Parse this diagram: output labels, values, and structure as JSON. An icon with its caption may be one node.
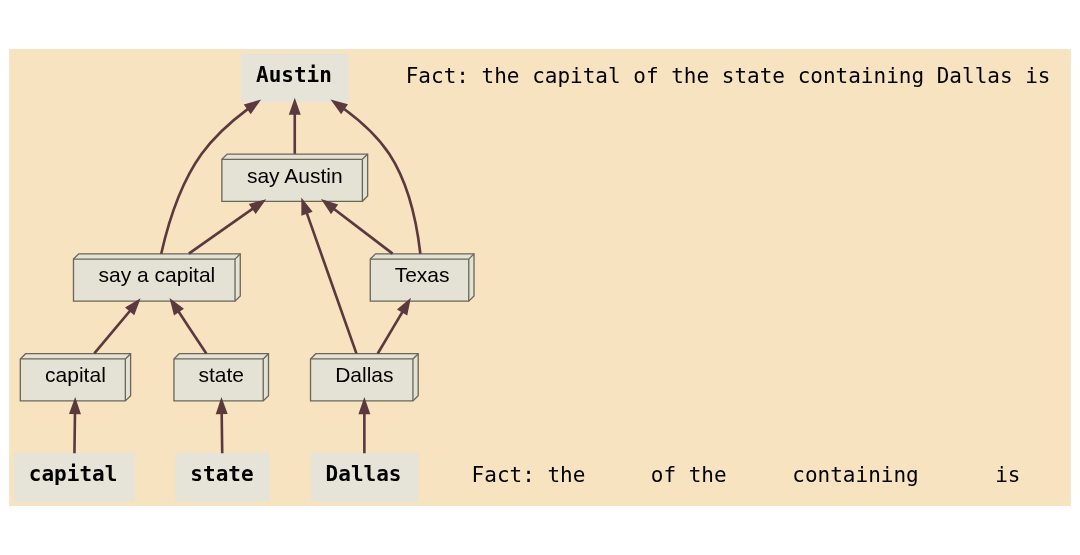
{
  "diagram": {
    "nodes": [
      {
        "text": [
          "Austin"
        ]
      },
      {
        "text": [
          "say Austin"
        ]
      },
      {
        "text": [
          "say a capital"
        ]
      },
      {
        "text": [
          "Texas"
        ]
      },
      {
        "text": [
          "capital"
        ]
      },
      {
        "text": [
          "state"
        ]
      },
      {
        "text": [
          "Dallas"
        ]
      },
      {
        "text": [
          "capital"
        ]
      },
      {
        "text": [
          "state"
        ]
      },
      {
        "text": [
          "Dallas"
        ]
      }
    ],
    "edges": [
      {
        "from": 7,
        "to": 4,
        "arrow": "to"
      },
      {
        "from": 8,
        "to": 5,
        "arrow": "to"
      },
      {
        "from": 9,
        "to": 6,
        "arrow": "to"
      },
      {
        "from": 4,
        "to": 2,
        "arrow": "to"
      },
      {
        "from": 5,
        "to": 2,
        "arrow": "to"
      },
      {
        "from": 6,
        "to": 3,
        "arrow": "to"
      },
      {
        "from": 6,
        "to": 1,
        "arrow": "to"
      },
      {
        "from": 2,
        "to": 1,
        "arrow": "to"
      },
      {
        "from": 2,
        "to": 0,
        "arrow": "to"
      },
      {
        "from": 3,
        "to": 1,
        "arrow": "to"
      },
      {
        "from": 3,
        "to": 0,
        "arrow": "to"
      },
      {
        "from": 1,
        "to": 0,
        "arrow": "to"
      }
    ],
    "labels": [
      "Fact: the capital of the state containing Dallas is",
      "Fact: the",
      "of the",
      "containing",
      "is"
    ]
  }
}
